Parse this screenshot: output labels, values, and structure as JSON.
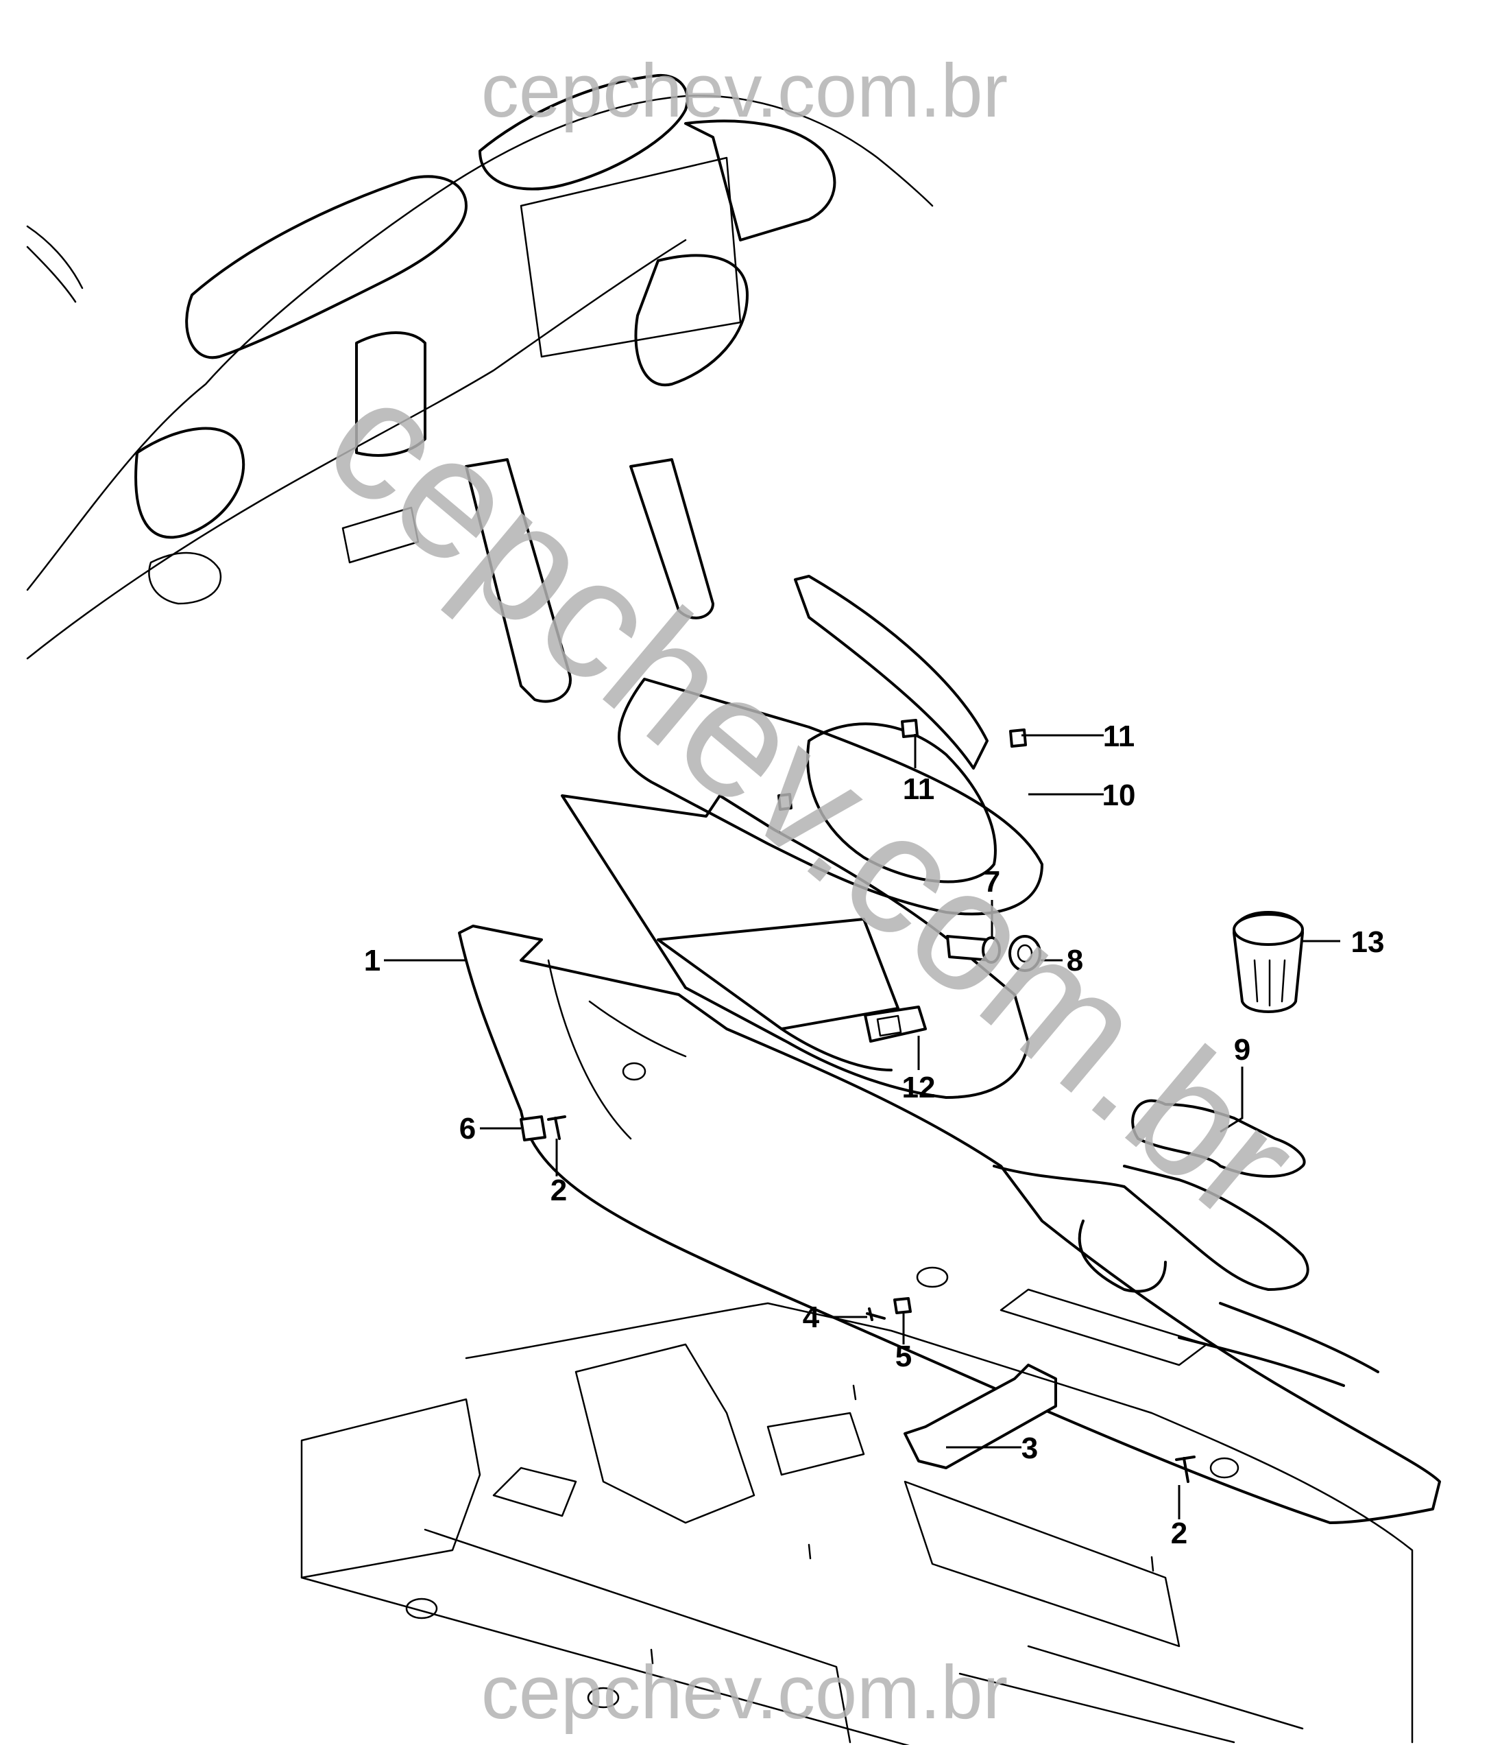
{
  "watermark": {
    "top": "cepchev.com.br",
    "bottom": "cepchev.com.br",
    "diagonal": "cepchev.com.br",
    "color": "#b3b3b3"
  },
  "callouts": [
    {
      "id": "1",
      "label": "1"
    },
    {
      "id": "2a",
      "label": "2"
    },
    {
      "id": "2b",
      "label": "2"
    },
    {
      "id": "3",
      "label": "3"
    },
    {
      "id": "4",
      "label": "4"
    },
    {
      "id": "5",
      "label": "5"
    },
    {
      "id": "6",
      "label": "6"
    },
    {
      "id": "7",
      "label": "7"
    },
    {
      "id": "8",
      "label": "8"
    },
    {
      "id": "9",
      "label": "9"
    },
    {
      "id": "10",
      "label": "10"
    },
    {
      "id": "11a",
      "label": "11"
    },
    {
      "id": "11b",
      "label": "11"
    },
    {
      "id": "12",
      "label": "12"
    },
    {
      "id": "13",
      "label": "13"
    }
  ]
}
